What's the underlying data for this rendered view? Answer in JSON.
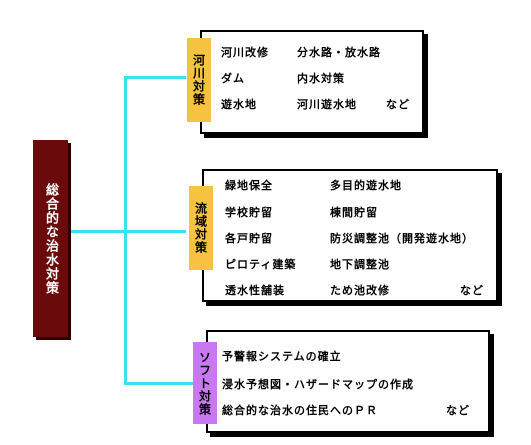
{
  "root": {
    "label": "総合的な治水対策"
  },
  "branches": [
    {
      "label": "河川対策",
      "color": "#f5c242",
      "rows": [
        [
          "河川改修",
          "分水路・放水路"
        ],
        [
          "ダム",
          "内水対策"
        ],
        [
          "遊水地",
          "河川遊水地",
          "など"
        ]
      ]
    },
    {
      "label": "流域対策",
      "color": "#f5c242",
      "rows": [
        [
          "緑地保全",
          "多目的遊水地"
        ],
        [
          "学校貯留",
          "棟間貯留"
        ],
        [
          "各戸貯留",
          "防災調整池（開発遊水地）"
        ],
        [
          "ピロティ建築",
          "地下調整池"
        ],
        [
          "透水性舗装",
          "ため池改修",
          "など"
        ]
      ]
    },
    {
      "label": "ソフト対策",
      "color": "#c879f0",
      "rows": [
        [
          "予警報システムの確立"
        ],
        [
          "浸水予想図・ハザードマップの作成"
        ],
        [
          "総合的な治水の住民へのＰＲ",
          "など"
        ]
      ]
    }
  ],
  "colors": {
    "root_bg": "#6b0a0a",
    "connector": "#3ee0f0"
  }
}
